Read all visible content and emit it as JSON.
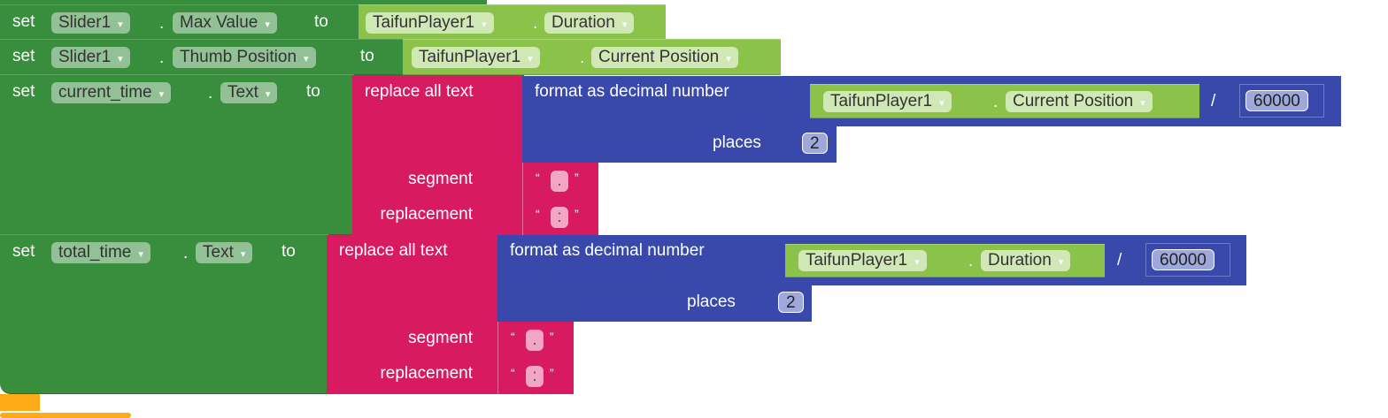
{
  "blocks": {
    "set_kw": "set",
    "to_kw": "to",
    "dot": ".",
    "slash": "/",
    "dropdown_arrow": "▾",
    "row1": {
      "component": "Slider1",
      "property": "Max Value",
      "source": "TaifunPlayer1",
      "source_property": "Duration"
    },
    "row2": {
      "component": "Slider1",
      "property": "Thumb Position",
      "source": "TaifunPlayer1",
      "source_property": "Current Position"
    },
    "row3": {
      "component": "current_time",
      "property": "Text",
      "replace_label": "replace all text",
      "format_label": "format as decimal number",
      "source": "TaifunPlayer1",
      "source_property": "Current Position",
      "divisor": "60000",
      "places_label": "places",
      "places": "2",
      "segment_label": "segment",
      "segment": ".",
      "replacement_label": "replacement",
      "replacement": ":"
    },
    "row4": {
      "component": "total_time",
      "property": "Text",
      "replace_label": "replace all text",
      "format_label": "format as decimal number",
      "source": "TaifunPlayer1",
      "source_property": "Duration",
      "divisor": "60000",
      "places_label": "places",
      "places": "2",
      "segment_label": "segment",
      "segment": ".",
      "replacement_label": "replacement",
      "replacement": ":"
    },
    "quote_open": "“",
    "quote_close": "”"
  },
  "colors": {
    "set_block": "#388e3c",
    "getter_block": "#8bc34a",
    "text_block": "#d81b60",
    "math_block": "#3949ab",
    "control_block": "#ffab19"
  }
}
